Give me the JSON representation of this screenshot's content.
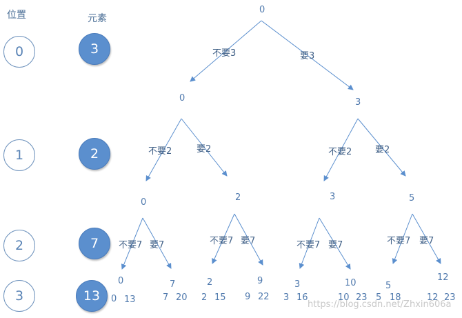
{
  "headers": {
    "position": "位置",
    "element": "元素"
  },
  "rows": [
    {
      "position": "0",
      "element": "3"
    },
    {
      "position": "1",
      "element": "2"
    },
    {
      "position": "2",
      "element": "7"
    },
    {
      "position": "3",
      "element": "13"
    }
  ],
  "tree": {
    "root": "0",
    "level1": [
      "0",
      "3"
    ],
    "level2": [
      "0",
      "2",
      "3",
      "5"
    ],
    "level3_top": [
      "0",
      "7",
      "2",
      "9",
      "3",
      "10",
      "5",
      "12"
    ],
    "level3_bottom": [
      "0",
      "13",
      "7",
      "20",
      "2",
      "15",
      "9",
      "22",
      "3",
      "16",
      "10",
      "23",
      "5",
      "18",
      "12",
      "23"
    ],
    "edge_labels": {
      "l1": [
        "不要3",
        "要3"
      ],
      "l2": [
        "不要2",
        "要2",
        "不要2",
        "要2"
      ],
      "l3": [
        "不要7",
        "要7",
        "不要7",
        "要7",
        "不要7",
        "要7",
        "不要7",
        "要7"
      ]
    }
  },
  "watermark": "https://blog.csdn.net/Zhxin606a"
}
